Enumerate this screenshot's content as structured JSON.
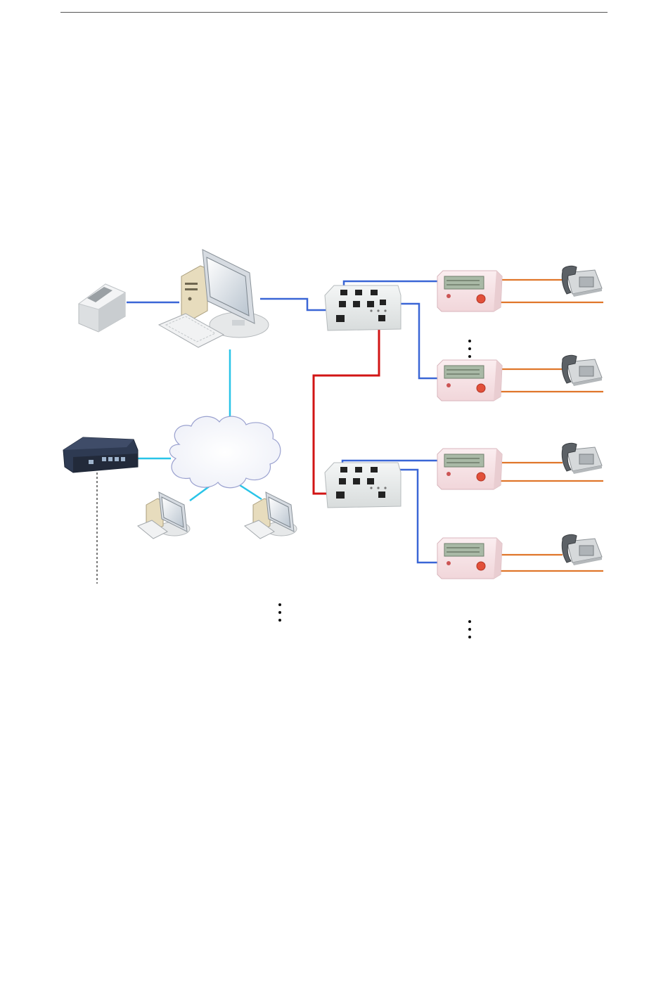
{
  "page": {
    "background": "#ffffff",
    "rule_color": "#555555"
  },
  "diagram": {
    "link_colors": {
      "pc_link": "#3a66d6",
      "network_link": "#29c4e8",
      "cascade_link": "#d21414",
      "phone_line": "#e0762a",
      "uplink": "#222222"
    },
    "nodes": [
      {
        "id": "printer",
        "icon": "receipt-printer-icon"
      },
      {
        "id": "host-pc",
        "icon": "desktop-computer-icon"
      },
      {
        "id": "hub-1",
        "icon": "port-hub-icon"
      },
      {
        "id": "hub-2",
        "icon": "port-hub-icon"
      },
      {
        "id": "cloud",
        "icon": "network-cloud-icon"
      },
      {
        "id": "router",
        "icon": "network-router-icon"
      },
      {
        "id": "client-pc-1",
        "icon": "desktop-computer-icon"
      },
      {
        "id": "client-pc-2",
        "icon": "desktop-computer-icon"
      },
      {
        "id": "meter-1",
        "icon": "call-meter-icon"
      },
      {
        "id": "meter-2",
        "icon": "call-meter-icon"
      },
      {
        "id": "meter-3",
        "icon": "call-meter-icon"
      },
      {
        "id": "meter-4",
        "icon": "call-meter-icon"
      },
      {
        "id": "phone-1",
        "icon": "telephone-icon"
      },
      {
        "id": "phone-2",
        "icon": "telephone-icon"
      },
      {
        "id": "phone-3",
        "icon": "telephone-icon"
      },
      {
        "id": "phone-4",
        "icon": "telephone-icon"
      }
    ],
    "ellipses": [
      "more-meters-indicator",
      "more-clients-indicator",
      "more-meters-bottom-indicator"
    ]
  }
}
